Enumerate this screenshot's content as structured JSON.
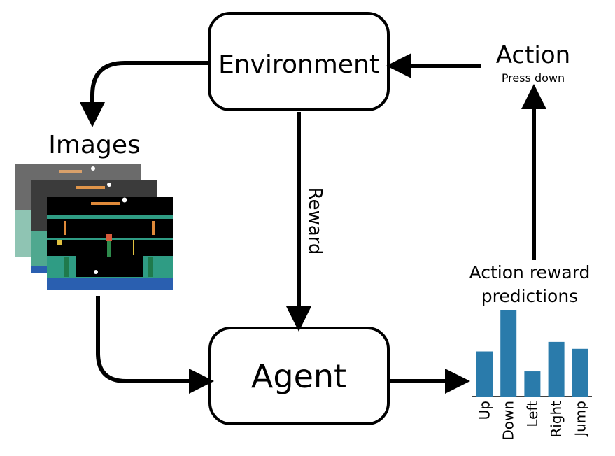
{
  "nodes": {
    "environment": "Environment",
    "agent": "Agent"
  },
  "labels": {
    "images": "Images",
    "action": "Action",
    "action_detail": "Press down",
    "reward": "Reward",
    "predictions_line1": "Action reward",
    "predictions_line2": "predictions"
  },
  "chart_data": {
    "type": "bar",
    "categories": [
      "Up",
      "Down",
      "Left",
      "Right",
      "Jump"
    ],
    "values": [
      0.52,
      1.0,
      0.29,
      0.63,
      0.55
    ],
    "color": "#2a7bab",
    "title": "",
    "xlabel": "",
    "ylabel": ""
  },
  "colors": {
    "bar": "#2a7bab",
    "game_teal": "#2f9c84",
    "game_orange": "#e08a3a",
    "game_blue": "#2a5fb0",
    "game_green": "#2e8a4c"
  }
}
